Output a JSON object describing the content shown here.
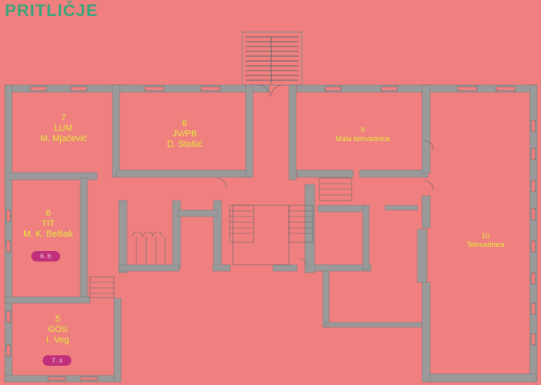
{
  "title": "PRITLIČJE",
  "rooms": [
    {
      "number": "7",
      "code": "LUM",
      "teacher": "M. Mjačević"
    },
    {
      "number": "8",
      "code": "JV/PB",
      "teacher": "D. Stošić"
    },
    {
      "number": "9",
      "name": "Mala telovadnica"
    },
    {
      "number": "6",
      "code": "TIT",
      "teacher": "M. K. Belšak",
      "badge": "6. b"
    },
    {
      "number": "5",
      "code": "GOS",
      "teacher": "I. Veg",
      "badge": "7. a"
    },
    {
      "number": "10",
      "name": "Telovadnica"
    }
  ],
  "colors": {
    "background": "#f08080",
    "wall": "#9a9a9a",
    "text": "#e5e83c",
    "title": "#3aa57a",
    "badge": "#c0307a"
  }
}
